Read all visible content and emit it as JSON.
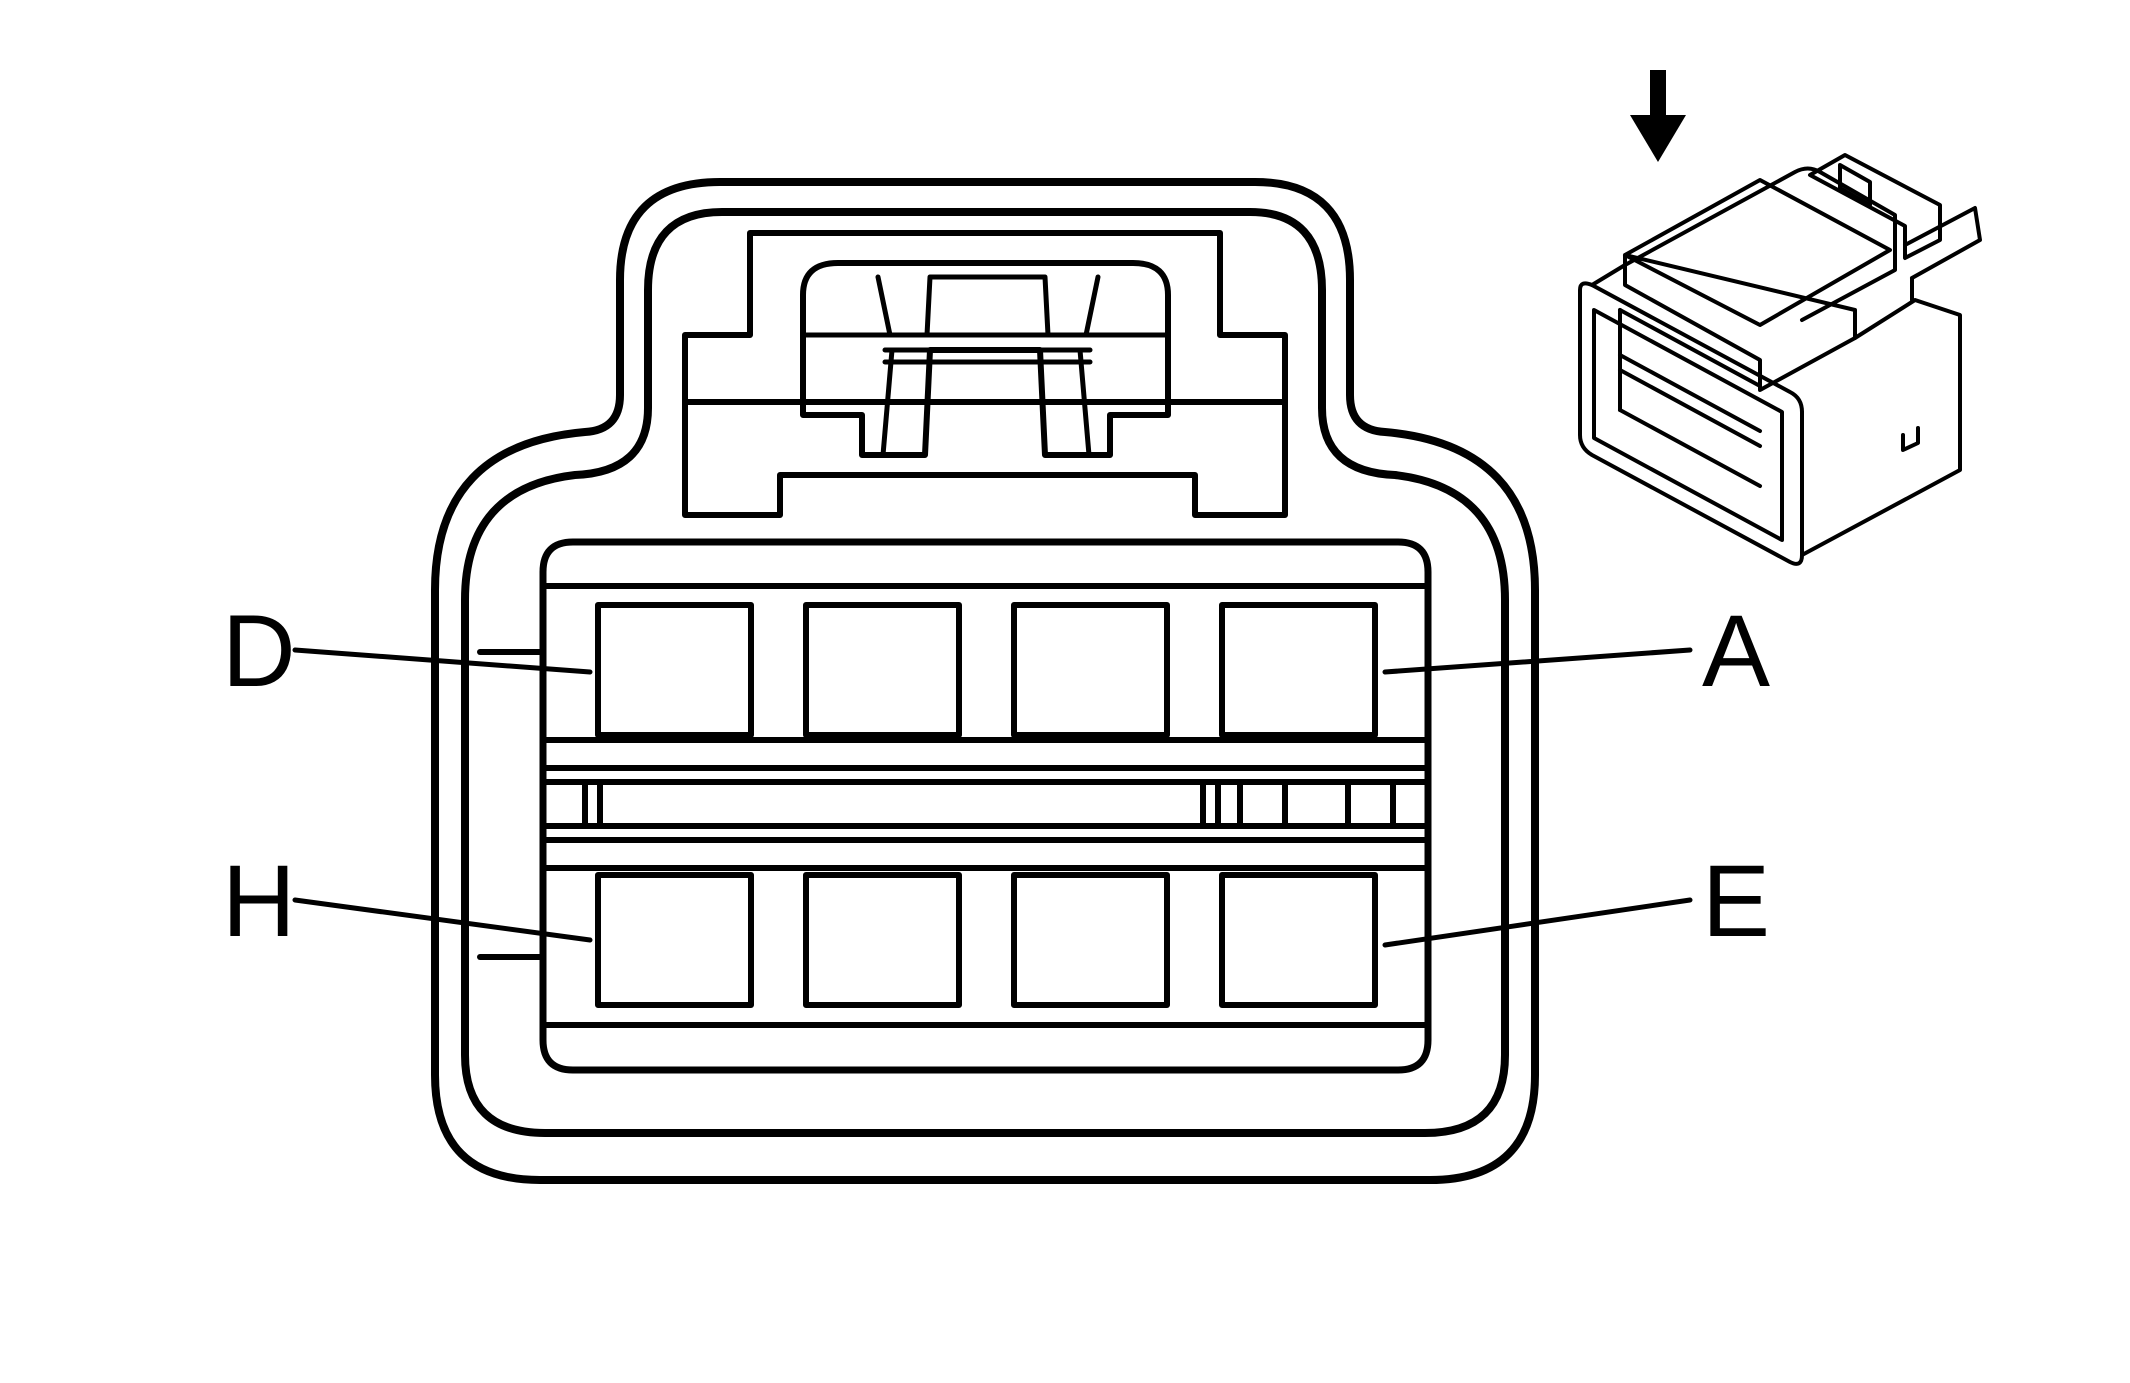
{
  "diagram": {
    "type": "connector-face-view",
    "stroke_color": "#000000",
    "background_color": "#ffffff",
    "pin_layout": {
      "rows": 2,
      "columns": 4,
      "top_row_labeled": [
        "D",
        "A"
      ],
      "bottom_row_labeled": [
        "H",
        "E"
      ]
    },
    "pin_labels": {
      "top_left": "D",
      "top_right": "A",
      "bottom_left": "H",
      "bottom_right": "E"
    },
    "inset": {
      "view": "connector-isometric",
      "indicator": "down-arrow-icon"
    }
  }
}
